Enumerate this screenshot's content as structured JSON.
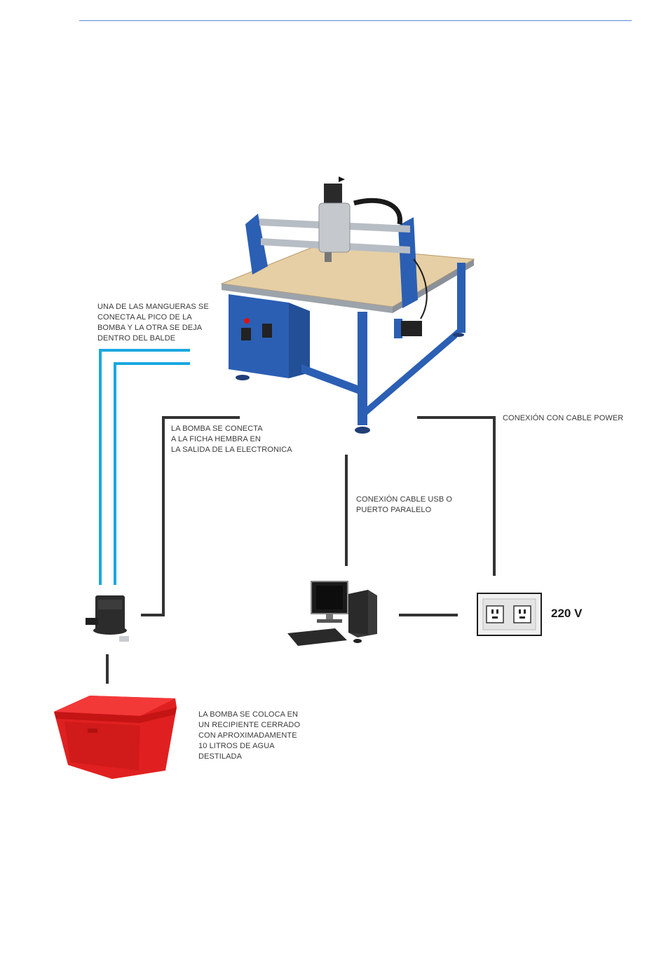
{
  "labels": {
    "hoses": "UNA DE LAS MANGUERAS SE\nCONECTA  AL PICO DE LA\nBOMBA Y LA OTRA SE DEJA\nDENTRO DEL BALDE",
    "pump_connection": "LA BOMBA SE CONECTA\nA LA FICHA HEMBRA EN\nLA SALIDA DE LA ELECTRONICA",
    "power_cable": "CONEXIÓN CON CABLE POWER",
    "usb_cable": "CONEXIÓN CABLE USB O\nPUERTO PARALELO",
    "container": "LA BOMBA SE COLOCA EN\nUN RECIPIENTE CERRADO\nCON APROXIMADAMENTE\n10 LITROS DE AGUA\nDESTILADA",
    "voltage": "220 V"
  },
  "colors": {
    "hose": "#1aa8e0",
    "cable": "#333333",
    "header_rule": "#5b8bd6",
    "machine_frame": "#2b5fb4",
    "container": "#e02020"
  },
  "icons": [
    "cnc-router-image",
    "water-pump-image",
    "desktop-computer-image",
    "wall-outlet-image",
    "red-container-image"
  ]
}
